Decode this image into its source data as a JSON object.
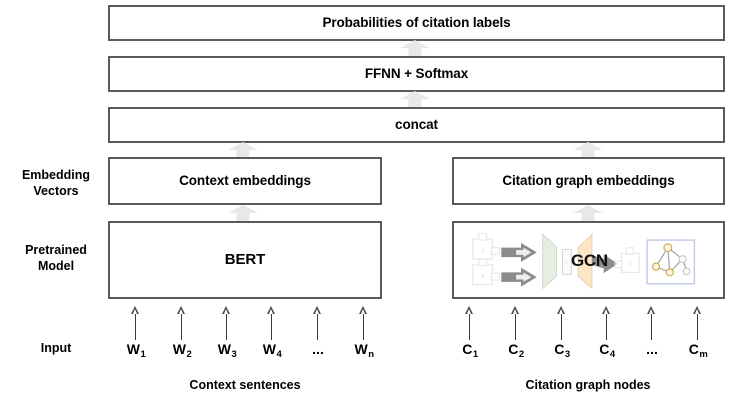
{
  "diagram": {
    "title": "BERT + GCN citation label classification architecture",
    "colors": {
      "box_border": "#5a5a5a",
      "arrow_fill": "#e8e8e8",
      "arrow_edge": "#9a9a9a",
      "encoder_green": "#e3ecdf",
      "decoder_orange": "#fbe2c0",
      "graph_box_border": "#b9c6e8",
      "faded_gray": "#d8d8d8",
      "text": "#000000"
    },
    "stack": [
      {
        "id": "output",
        "label": "Probabilities of citation labels"
      },
      {
        "id": "ffnn",
        "label": "FFNN + Softmax"
      },
      {
        "id": "concat",
        "label": "concat"
      }
    ],
    "branches": {
      "left": {
        "embedding_label": "Context embeddings",
        "model_label": "BERT",
        "caption": "Context sentences",
        "tokens": [
          {
            "base": "W",
            "sub": "1"
          },
          {
            "base": "W",
            "sub": "2"
          },
          {
            "base": "W",
            "sub": "3"
          },
          {
            "base": "W",
            "sub": "4"
          },
          {
            "base": "...",
            "sub": ""
          },
          {
            "base": "W",
            "sub": "n"
          }
        ]
      },
      "right": {
        "embedding_label": "Citation graph embeddings",
        "model_label": "GCN",
        "caption": "Citation graph nodes",
        "tokens": [
          {
            "base": "C",
            "sub": "1"
          },
          {
            "base": "C",
            "sub": "2"
          },
          {
            "base": "C",
            "sub": "3"
          },
          {
            "base": "C",
            "sub": "4"
          },
          {
            "base": "...",
            "sub": ""
          },
          {
            "base": "C",
            "sub": "m"
          }
        ]
      }
    },
    "row_labels": {
      "embedding": "Embedding\nVectors",
      "pretrained": "Pretrained\nModel",
      "input": "Input"
    }
  }
}
